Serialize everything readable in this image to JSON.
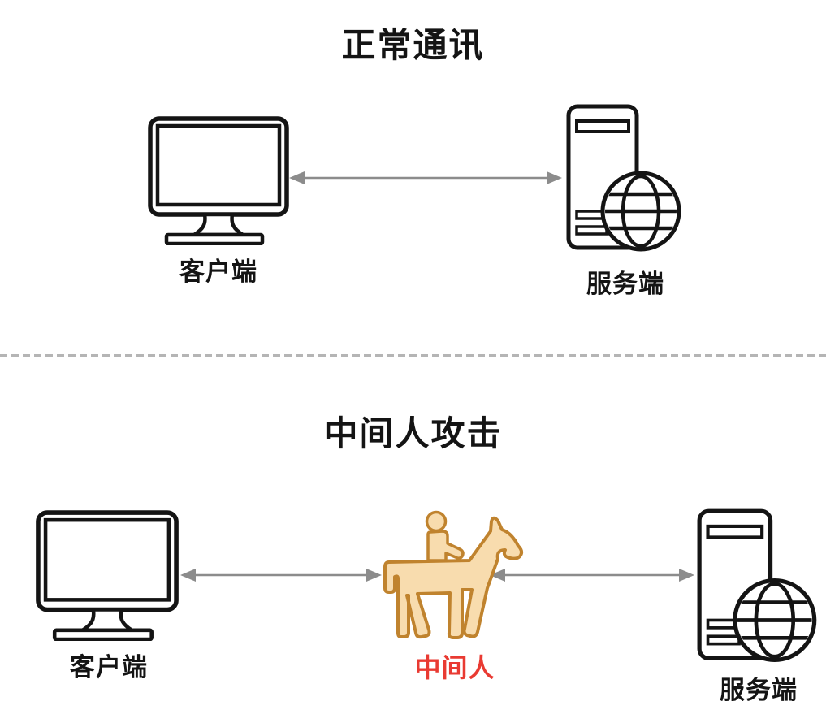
{
  "colors": {
    "background": "#ffffff",
    "icon_outline": "#141414",
    "arrow": "#8c8c8c",
    "divider": "#b5b5b5",
    "horse_fill": "#f8dcae",
    "horse_outline": "#c0832e",
    "attacker_label_color": "#e93a32",
    "text": "#141414"
  },
  "icons": {
    "client": "monitor-icon",
    "server": "server-globe-icon",
    "attacker": "horse-rider-icon",
    "link": "double-headed-arrow-icon"
  },
  "normal_section": {
    "title": "正常通讯",
    "client_label": "客户端",
    "server_label": "服务端"
  },
  "mitm_section": {
    "title": "中间人攻击",
    "client_label": "客户端",
    "attacker_label": "中间人",
    "server_label": "服务端"
  }
}
